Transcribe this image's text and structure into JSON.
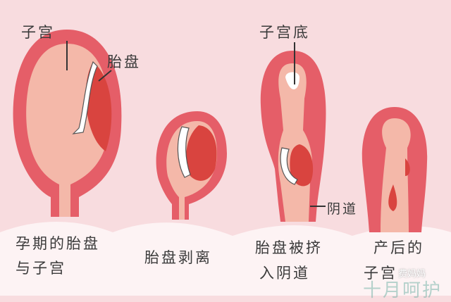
{
  "labels": {
    "uterus": "子宫",
    "placenta": "胎盘",
    "fundus": "子宫底",
    "vagina": "阴道"
  },
  "captions": [
    {
      "line1": "孕期的胎盘",
      "line2": "与子宫"
    },
    {
      "line1": "胎盘剥离"
    },
    {
      "line1": "胎盘被挤",
      "line2": "入阴道"
    },
    {
      "line1": "产后的",
      "line2": "子宫"
    }
  ],
  "watermark": {
    "account": "费妈妈",
    "brand": "十月呵护"
  },
  "colors": {
    "background": "#f8dcdf",
    "uterus_wall": "#e55e68",
    "cavity": "#f4b8a9",
    "placenta": "#d9443f"
  }
}
